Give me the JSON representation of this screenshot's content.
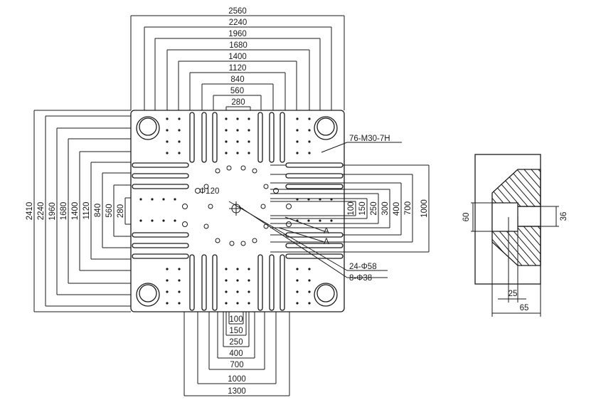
{
  "drawing": {
    "top_dims": [
      "2560",
      "2240",
      "1960",
      "1680",
      "1400",
      "1120",
      "840",
      "560",
      "280"
    ],
    "left_dims": [
      "2410",
      "2240",
      "1960",
      "1680",
      "1400",
      "1120",
      "840",
      "560",
      "280"
    ],
    "right_dims": [
      "100",
      "150",
      "250",
      "300",
      "400",
      "700",
      "1000"
    ],
    "bottom_dims": [
      "100",
      "150",
      "250",
      "400",
      "700",
      "1000",
      "1300"
    ],
    "labels": {
      "thread": "76-M30-7H",
      "center_bore": "Φ120",
      "holes_large": "24-Φ58",
      "holes_small": "8-Φ38",
      "section_a1": "A",
      "section_a2": "A"
    },
    "section": {
      "dim_height_outer": "60",
      "dim_height_inner": "36",
      "dim_depth_inner": "25",
      "dim_depth_outer": "65"
    }
  }
}
